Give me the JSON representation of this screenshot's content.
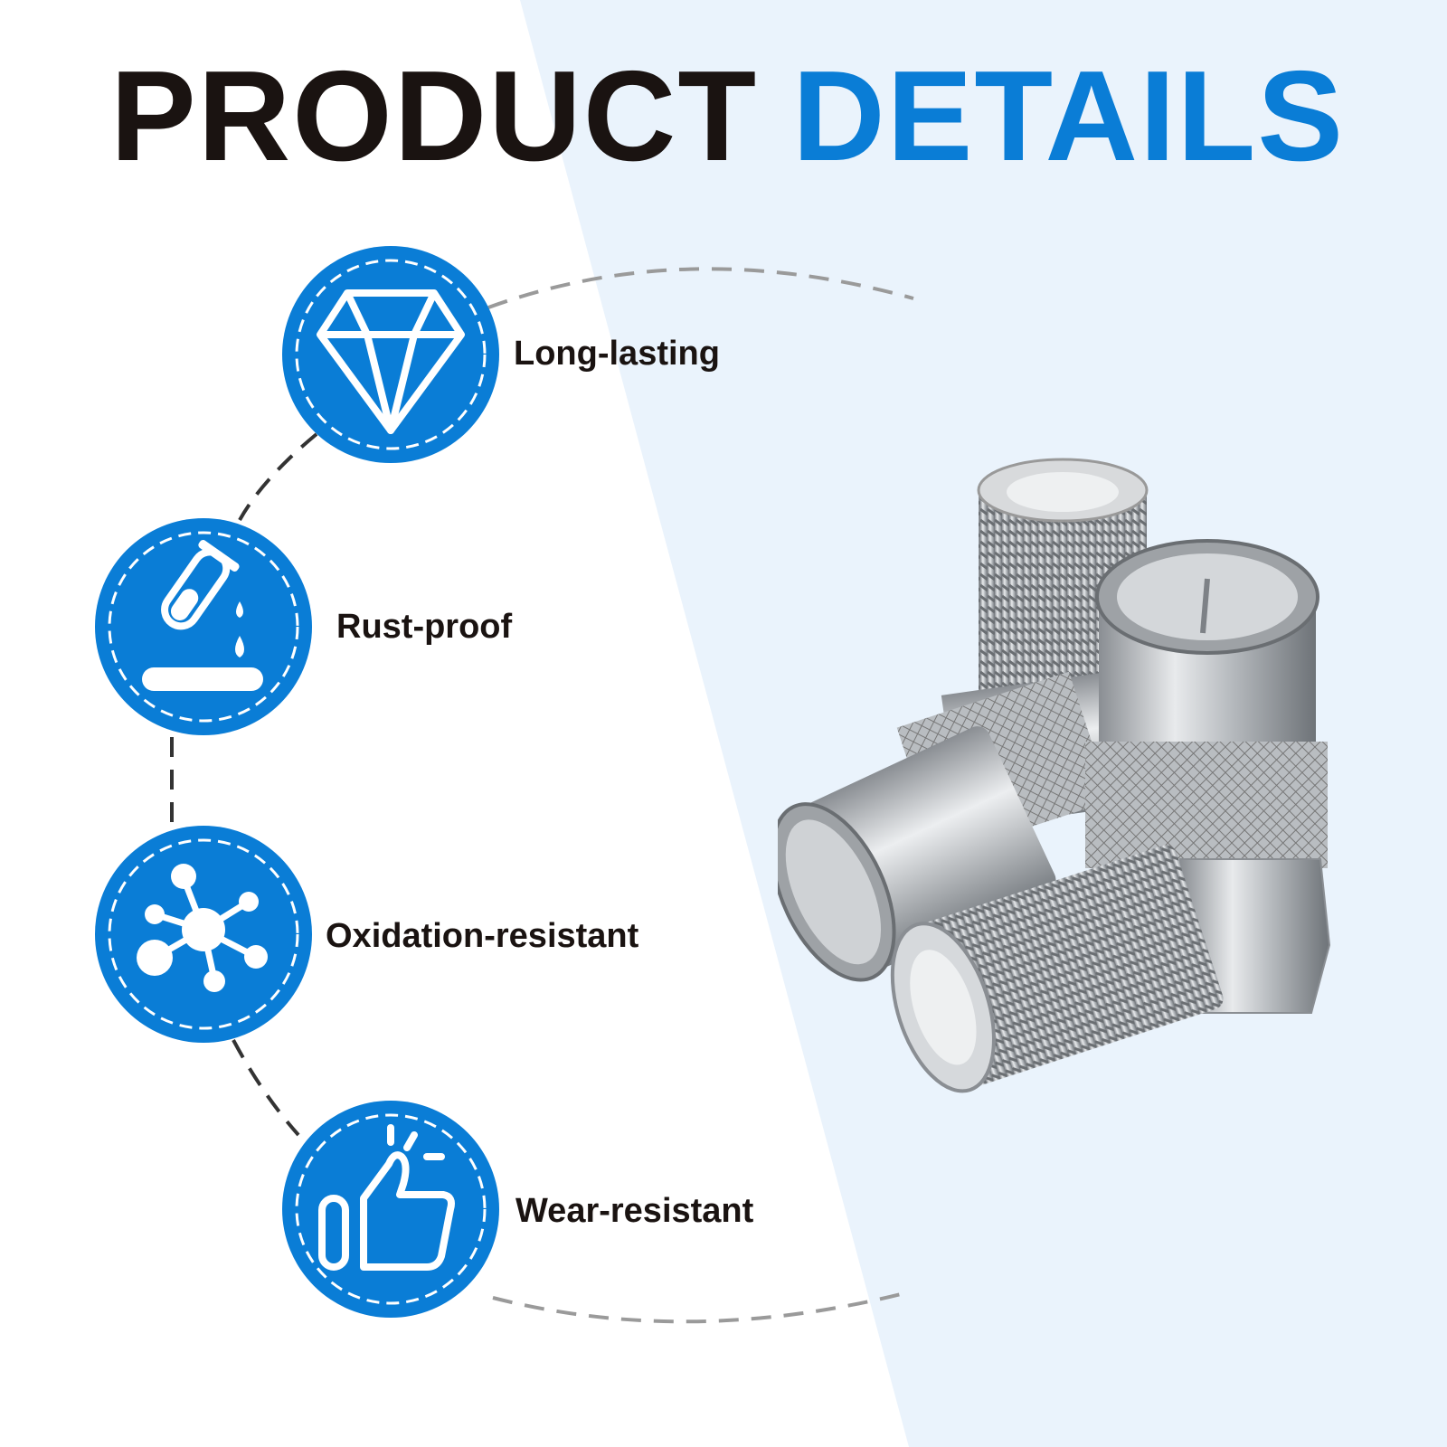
{
  "title": {
    "word1": "PRODUCT",
    "word2": "DETAILS"
  },
  "colors": {
    "accent": "#0a7dd6",
    "text": "#1a1311",
    "panel": "#eaf3fc"
  },
  "features": [
    {
      "label": "Long-lasting",
      "icon": "diamond-icon"
    },
    {
      "label": "Rust-proof",
      "icon": "test-tube-drip-icon"
    },
    {
      "label": "Oxidation-resistant",
      "icon": "molecule-icon"
    },
    {
      "label": "Wear-resistant",
      "icon": "thumbs-up-icon"
    }
  ],
  "product_image": {
    "subject": "right-angle f-type coaxial connectors"
  }
}
